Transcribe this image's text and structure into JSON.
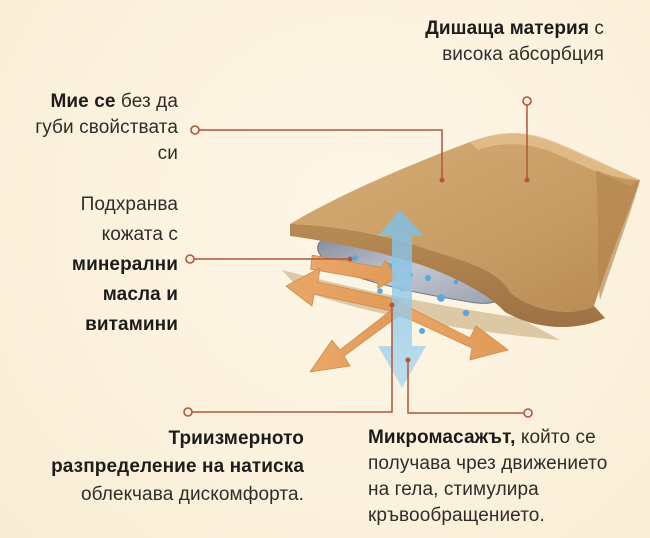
{
  "callouts": {
    "breathable": {
      "bold": "Дишаща материя",
      "rest_inline": " с",
      "line2": "висока абсорбция"
    },
    "washable": {
      "bold": "Мие се",
      "rest_inline": " без да",
      "line2": "губи свойствата",
      "line3": "си"
    },
    "nourish": {
      "line1": "Подхранва",
      "line2": "кожата с",
      "bold1": "минерални",
      "bold2": "масла и",
      "bold3": "витамини"
    },
    "pressure": {
      "bold1": "Триизмерното",
      "bold2": "разпределение на натиска",
      "line3": "облекчава дискомфорта."
    },
    "massage": {
      "bold": "Микромасажът,",
      "rest_inline": " който се",
      "line2": "получава чрез движението",
      "line3": "на гела, стимулира",
      "line4": "кръвообращението."
    }
  },
  "colors": {
    "background": "#fbf1dc",
    "fabric": "#c69a63",
    "fabric_shadow": "#a67a45",
    "gel": "#b9bfcb",
    "arrow_orange": "#e8a565",
    "arrow_blue": "#8fc6e6",
    "callout_line": "#b3553b",
    "text": "#2f2c29"
  }
}
